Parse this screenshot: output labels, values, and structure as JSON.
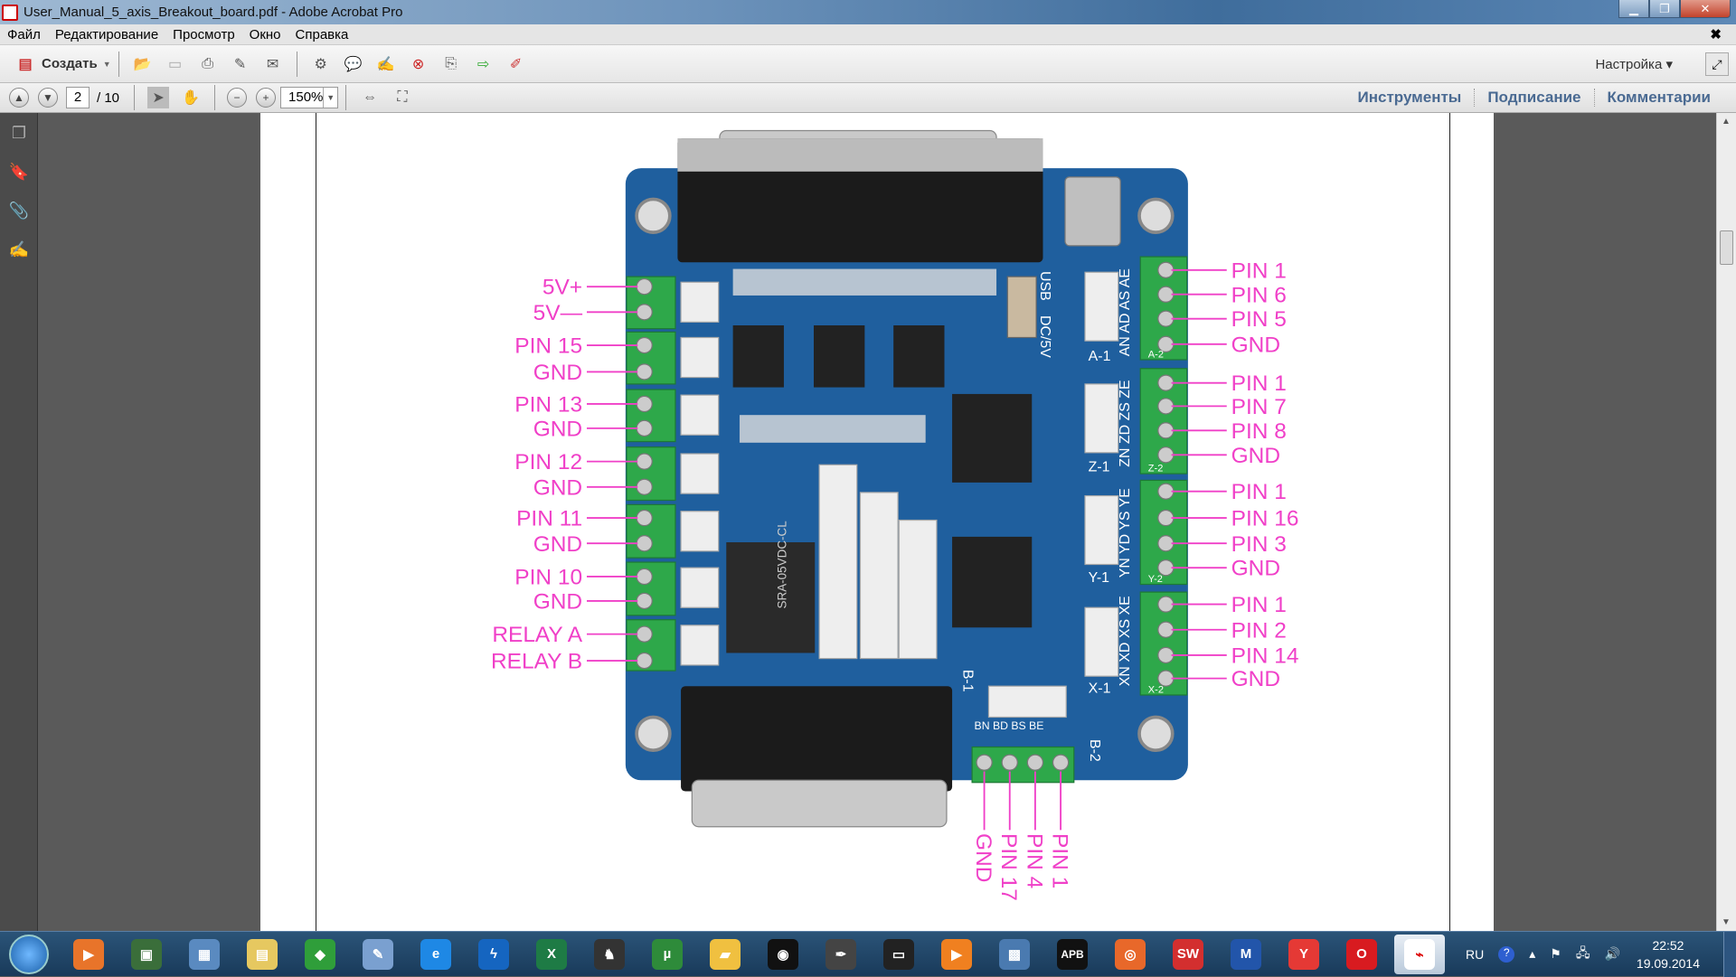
{
  "window": {
    "title": "User_Manual_5_axis_Breakout_board.pdf - Adobe Acrobat Pro"
  },
  "menu": [
    "Файл",
    "Редактирование",
    "Просмотр",
    "Окно",
    "Справка"
  ],
  "toolbar": {
    "create_label": "Создать",
    "customize_label": "Настройка"
  },
  "nav": {
    "current_page": "2",
    "total_pages": "/ 10",
    "zoom": "150%"
  },
  "tabs": [
    "Инструменты",
    "Подписание",
    "Комментарии"
  ],
  "diagram": {
    "left_labels": [
      "5V+",
      "5V—",
      "PIN 15",
      "GND",
      "PIN 13",
      "GND",
      "PIN 12",
      "GND",
      "PIN 11",
      "GND",
      "PIN 10",
      "GND",
      "RELAY A",
      "RELAY B"
    ],
    "right_labels": [
      "PIN 1",
      "PIN 6",
      "PIN 5",
      "GND",
      "PIN 1",
      "PIN 7",
      "PIN 8",
      "GND",
      "PIN 1",
      "PIN 16",
      "PIN 3",
      "GND",
      "PIN 1",
      "PIN 2",
      "PIN 14",
      "GND"
    ],
    "bottom_labels": [
      "GND",
      "PIN 17",
      "PIN 4",
      "PIN 1"
    ],
    "board_silkscreen": {
      "usb": "USB",
      "dc": "DC/5V",
      "axes": [
        "AN AD AS AE",
        "ZN ZD ZS ZE",
        "YN YD YS YE",
        "XN XD XS XE"
      ],
      "headers": [
        "A-1",
        "Z-1",
        "Y-1",
        "X-1"
      ],
      "terminals": [
        "A-2",
        "Z-2",
        "Y-2",
        "X-2"
      ],
      "b1": "B-1",
      "b2": "B-2",
      "b_pins": "BN BD BS BE",
      "relay": "SRA-05VDC-CL"
    },
    "label_color": "#f040c8",
    "board_color": "#1f5f9e",
    "terminal_color": "#2ea84a"
  },
  "taskbar": {
    "lang": "RU",
    "time": "22:52",
    "date": "19.09.2014",
    "apps": [
      "media-player",
      "monitor",
      "calculator",
      "explorer",
      "chrome",
      "paint",
      "ie",
      "flash",
      "excel",
      "app",
      "utorrent",
      "folder",
      "camera",
      "inkscape",
      "terminal",
      "sublime",
      "network",
      "apb",
      "firefox",
      "solidworks",
      "jmc",
      "yandex",
      "opera",
      "acrobat"
    ]
  }
}
